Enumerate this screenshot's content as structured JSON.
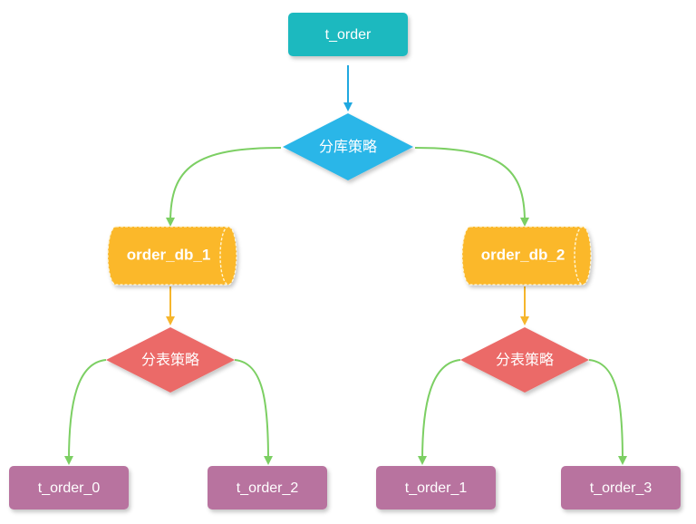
{
  "colors": {
    "root_fill": "#1fb9bf",
    "root_arrow": "#1fa8e0",
    "db_strategy_fill": "#29b6e8",
    "db_fill": "#fbb829",
    "table_strategy_fill": "#eb6a67",
    "table_fill": "#b8739f",
    "branch_line": "#7ccf63",
    "db_arrow": "#f6b62c",
    "text": "#ffffff"
  },
  "nodes": {
    "root": {
      "label": "t_order"
    },
    "db_strategy": {
      "label": "分库策略"
    },
    "db1": {
      "label": "order_db_1"
    },
    "db2": {
      "label": "order_db_2"
    },
    "table_strategy_1": {
      "label": "分表策略"
    },
    "table_strategy_2": {
      "label": "分表策略"
    },
    "t_order_0": {
      "label": "t_order_0"
    },
    "t_order_2": {
      "label": "t_order_2"
    },
    "t_order_1": {
      "label": "t_order_1"
    },
    "t_order_3": {
      "label": "t_order_3"
    }
  }
}
